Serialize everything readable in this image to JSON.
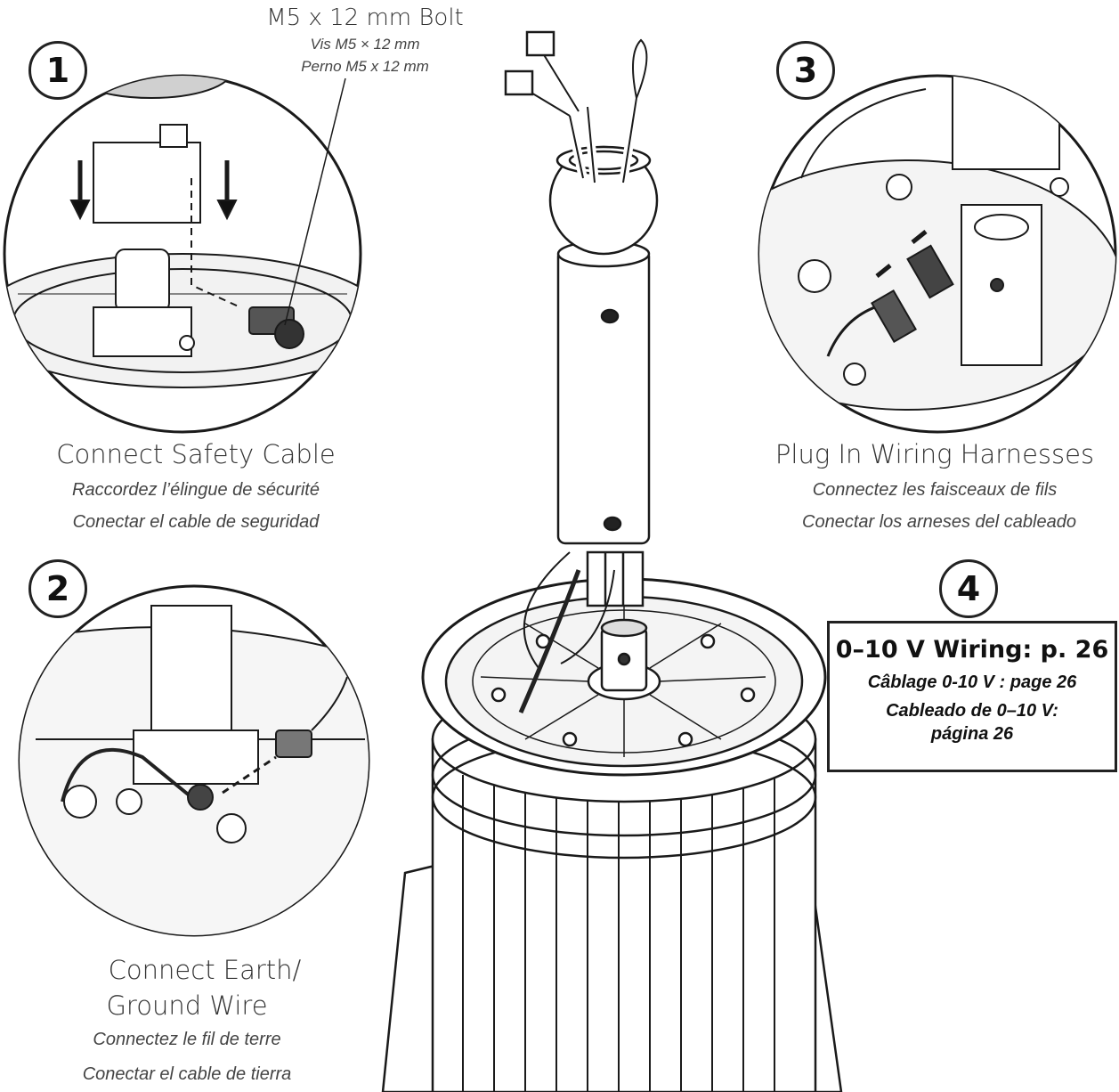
{
  "bolt_callout": {
    "en": "M5 x 12 mm Bolt",
    "fr": "Vis M5 × 12 mm",
    "es": "Perno M5 x 12 mm"
  },
  "steps": [
    {
      "number": "1",
      "title": "Connect Safety Cable",
      "fr": "Raccordez l’élingue de sécurité",
      "es": "Conectar el cable de seguridad"
    },
    {
      "number": "2",
      "title_line1": "Connect Earth/",
      "title_line2": "Ground Wire",
      "fr": "Connectez le fil de terre",
      "es": "Conectar el cable de tierra"
    },
    {
      "number": "3",
      "title": "Plug In Wiring Harnesses",
      "fr": "Connectez les faisceaux de fils",
      "es": "Conectar los arneses del cableado"
    },
    {
      "number": "4"
    }
  ],
  "wiring_note": {
    "main": "0–10 V Wiring: p. 26",
    "fr": "Câblage 0-10 V : page 26",
    "es_line1": "Cableado de 0–10 V:",
    "es_line2": "página 26"
  },
  "colors": {
    "line": "#1a1a1a",
    "fill": "#ffffff",
    "shade": "#e8e8e8"
  }
}
